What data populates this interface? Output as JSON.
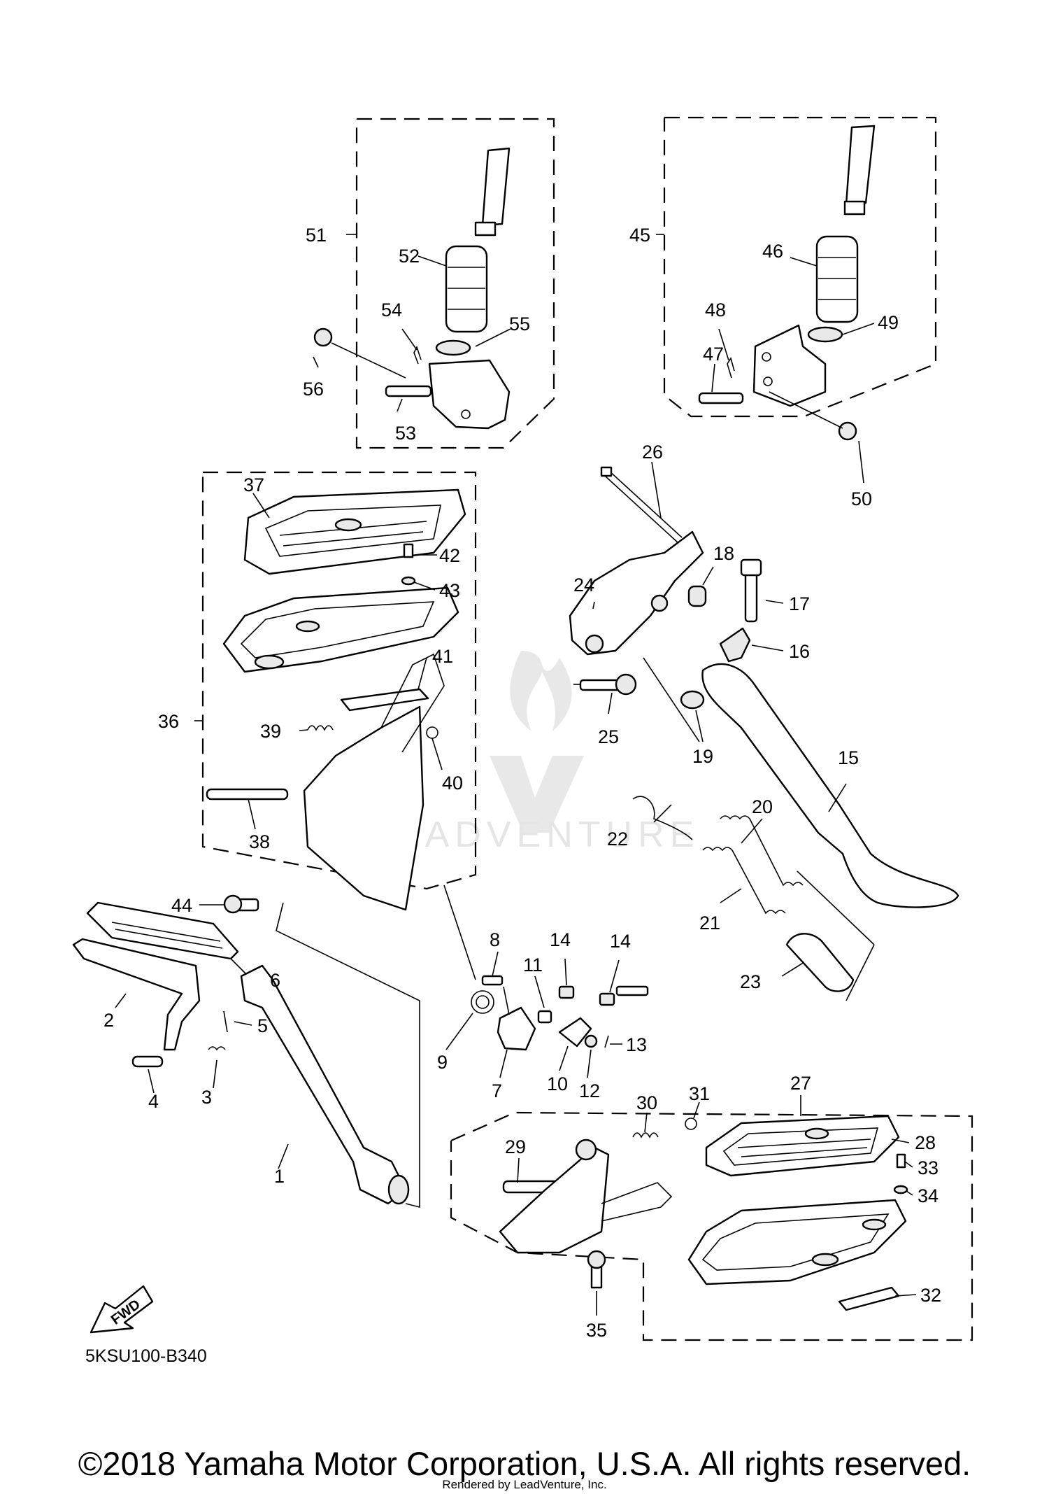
{
  "diagram": {
    "code": "5KSU100-B340",
    "fwd_label": "FWD",
    "watermark": "LEADVENTURE",
    "callouts": [
      "1",
      "2",
      "3",
      "4",
      "5",
      "6",
      "7",
      "8",
      "9",
      "10",
      "11",
      "12",
      "13",
      "14",
      "14",
      "15",
      "16",
      "17",
      "18",
      "19",
      "20",
      "21",
      "22",
      "23",
      "24",
      "25",
      "26",
      "27",
      "28",
      "29",
      "30",
      "31",
      "32",
      "33",
      "34",
      "35",
      "36",
      "37",
      "38",
      "39",
      "40",
      "41",
      "42",
      "43",
      "44",
      "45",
      "46",
      "47",
      "48",
      "49",
      "50",
      "51",
      "52",
      "53",
      "54",
      "55",
      "56"
    ]
  },
  "footer": {
    "copyright": "©2018 Yamaha Motor Corporation, U.S.A. All rights reserved.",
    "rendered_by": "Rendered by LeadVenture, Inc."
  }
}
